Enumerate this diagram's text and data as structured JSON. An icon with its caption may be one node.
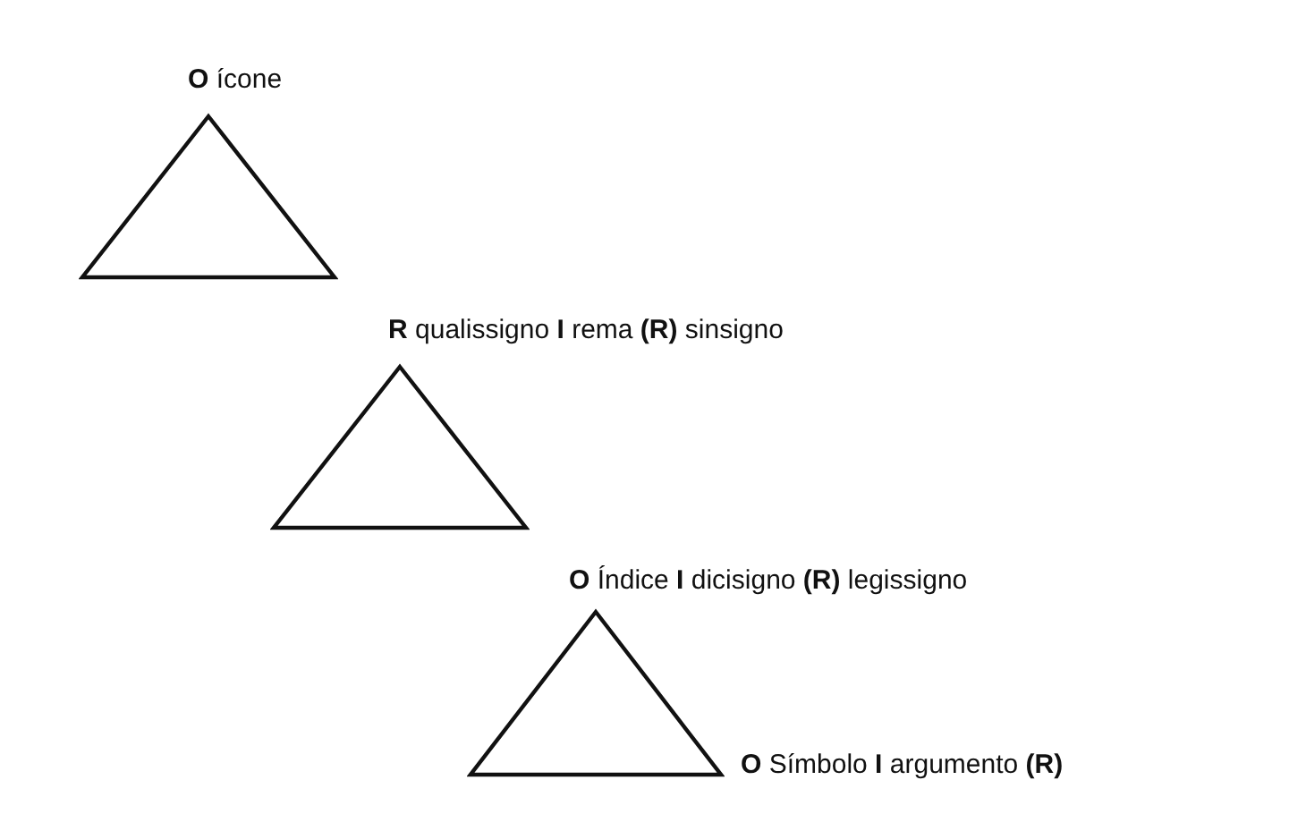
{
  "diagram": {
    "nodes": [
      {
        "text": [],
        "shape": "triangle",
        "beside": [
          "**O** ícone"
        ]
      },
      {
        "text": [],
        "shape": "triangle",
        "beside": [
          "**R** qualissigno **I** rema **(R)** sinsigno"
        ]
      },
      {
        "text": [],
        "shape": "triangle",
        "beside": [
          "**O** Índice **I** dicisigno **(R)** legissigno",
          "**O** Símbolo **I** argumento **(R)**"
        ]
      }
    ]
  }
}
